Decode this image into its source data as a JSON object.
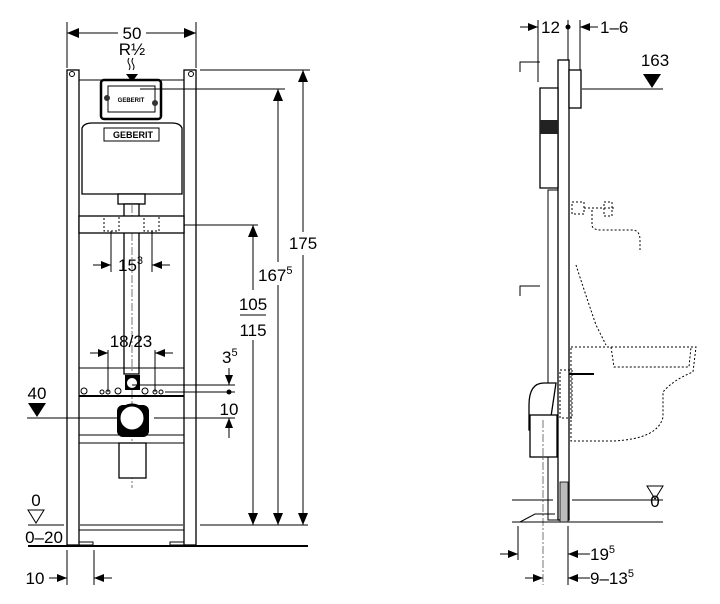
{
  "front_view": {
    "width_label": "50",
    "connection_label": "R½",
    "brand_plate": "GEBERIT",
    "brand_cistern": "GEBERIT",
    "height_total": "175",
    "height_flush_base": "167",
    "height_flush_sup": "5",
    "height_supply_a": "105",
    "height_supply_b": "115",
    "supply_spacing_base": "15",
    "supply_spacing_sup": "3",
    "fixing_spacing": "18/23",
    "offset_small_base": "3",
    "offset_small_sup": "5",
    "offset_10": "10",
    "outlet_height": "40",
    "floor_level": "0",
    "floor_range": "0–20",
    "foot_offset": "10"
  },
  "side_view": {
    "depth_label": "12",
    "wall_gap": "1–6",
    "flush_height": "163",
    "floor_level": "0",
    "depth_base_a": "19",
    "depth_sup_a": "5",
    "depth_base_b": "9–13",
    "depth_sup_b": "5"
  }
}
